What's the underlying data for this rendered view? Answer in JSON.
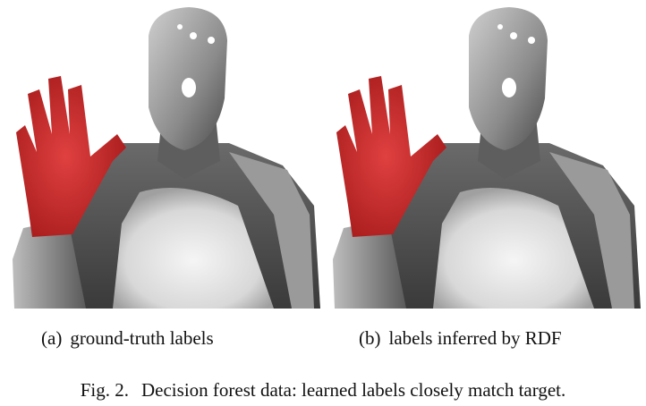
{
  "panels": [
    {
      "tag": "(a)",
      "caption": "ground-truth labels"
    },
    {
      "tag": "(b)",
      "caption": "labels inferred by RDF"
    }
  ],
  "figure": {
    "label": "Fig. 2.",
    "caption": "Decision forest data: learned labels closely match target."
  },
  "colors": {
    "background": "#ffffff",
    "hand_label": "#cc2222",
    "depth_dark": "#2a2a2a",
    "depth_light": "#f2f2f2"
  }
}
